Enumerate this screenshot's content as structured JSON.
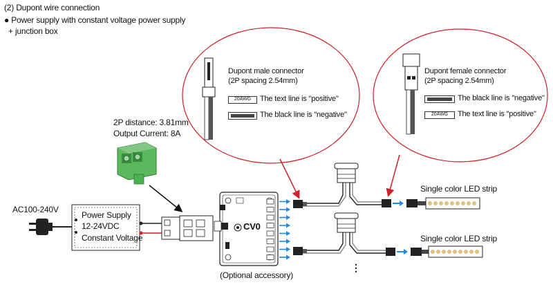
{
  "heading": {
    "title": "(2) Dupont wire connection",
    "bullet_line1": "Power supply with constant voltage power supply",
    "bullet_line2": "+ junction box"
  },
  "male_connector": {
    "title_line1": "Dupont male connector",
    "title_line2": "(2P spacing 2.54mm)",
    "awg_label": "20AWG",
    "positive_text": "The text line is \"positive\"",
    "negative_text": "The black line is \"negative\""
  },
  "female_connector": {
    "title_line1": "Dupont female connector",
    "title_line2": "(2P spacing 2.54mm)",
    "awg_label": "20AWG",
    "negative_text": "The black line is \"negative\"",
    "positive_text": "The text line is \"positive\""
  },
  "terminal": {
    "distance": "2P distance: 3.81mm",
    "current": "Output Current: 8A"
  },
  "ac_label": "AC100-240V",
  "power_supply": {
    "line1": "Power Supply",
    "line2": "12-24VDC",
    "line3": "Constant Voltage"
  },
  "junction_box": {
    "name": "CV0",
    "caption": "(Optional accessory)"
  },
  "led_strip_top": "Single color LED strip",
  "led_strip_bottom": "Single color LED strip",
  "more_indicator": "⋮",
  "colors": {
    "callout_circle": "#d0202a",
    "arrow_blue": "#1e88e5",
    "terminal_green": "#4caf50",
    "led_dot": "#e8c37a"
  }
}
